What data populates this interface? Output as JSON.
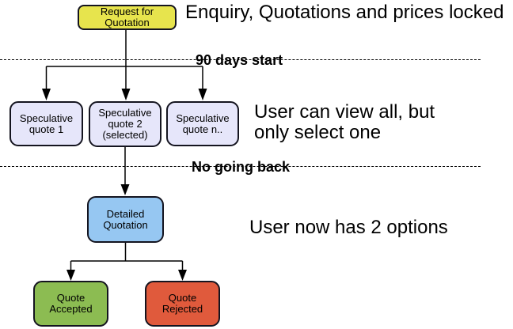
{
  "diagram": {
    "title_note": "Enquiry, Quotations and prices locked",
    "nodes": [
      {
        "id": "request-for-quotation",
        "label": "Request for\nQuotation",
        "fill": "#e7e44d"
      },
      {
        "id": "speculative-quote-1",
        "label": "Speculative\nquote 1",
        "fill": "#e6e6fa"
      },
      {
        "id": "speculative-quote-2",
        "label": "Speculative\nquote 2\n(selected)",
        "fill": "#e6e6fa"
      },
      {
        "id": "speculative-quote-n",
        "label": "Speculative\nquote n..",
        "fill": "#e6e6fa"
      },
      {
        "id": "detailed-quotation",
        "label": "Detailed\nQuotation",
        "fill": "#96c7f2"
      },
      {
        "id": "quote-accepted",
        "label": "Quote\nAccepted",
        "fill": "#8cbc52"
      },
      {
        "id": "quote-rejected",
        "label": "Quote\nRejected",
        "fill": "#e05a3c"
      }
    ],
    "annotations": {
      "days_start": "90 days start",
      "view_all": "User can view all, but\nonly select one",
      "no_going_back": "No going back",
      "two_options": "User now has 2 options"
    },
    "colors": {
      "line": "#000000",
      "border": "#14141f",
      "background": "#ffffff"
    }
  }
}
